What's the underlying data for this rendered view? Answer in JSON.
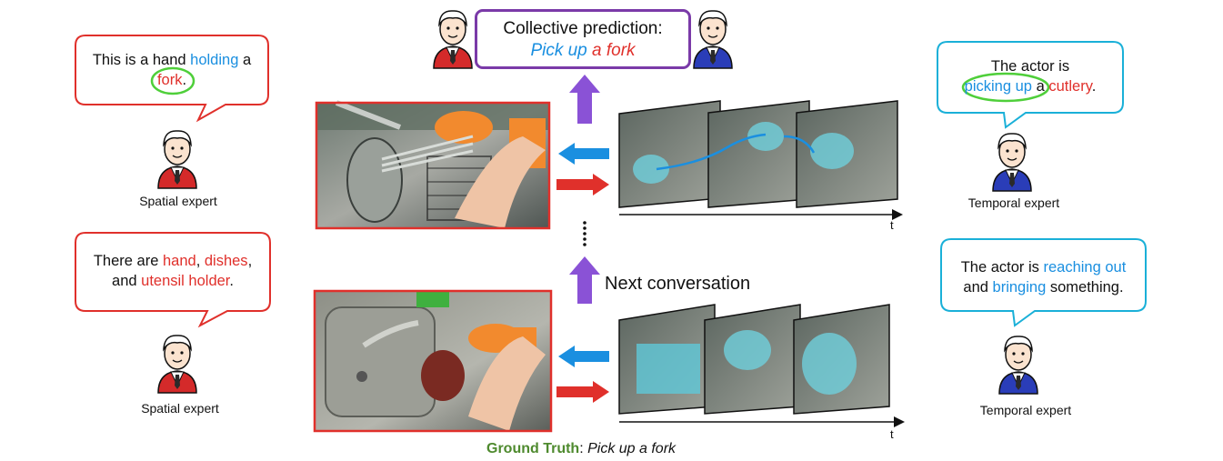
{
  "collective": {
    "title": "Collective prediction:",
    "verb": "Pick up",
    "object": "a fork"
  },
  "spatial_top": {
    "line1_prefix": "This is a hand ",
    "line1_verb": "holding",
    "line1_suffix": " a",
    "line2_object": "fork",
    "line2_suffix": ".",
    "label": "Spatial expert"
  },
  "spatial_bottom": {
    "line1_prefix": "There are ",
    "item1": "hand",
    "sep1": ", ",
    "item2": "dishes",
    "sep2": ",",
    "line2_prefix": "and ",
    "item3": "utensil holder",
    "line2_suffix": ".",
    "label": "Spatial expert"
  },
  "temporal_top": {
    "line1": "The actor is",
    "verb": "picking up",
    "line2_mid": " a ",
    "object": "cutlery",
    "line2_suffix": ".",
    "label": "Temporal expert"
  },
  "temporal_bottom": {
    "line1_prefix": "The actor is ",
    "verb1": "reaching out",
    "line2_prefix": "and ",
    "verb2": "bringing",
    "line2_suffix": " something.",
    "label": "Temporal expert"
  },
  "next_conversation": "Next conversation",
  "axis_label_top": "t",
  "axis_label_bottom": "t",
  "ground_truth": {
    "label": "Ground Truth",
    "sep": ": ",
    "value": "Pick up a fork"
  },
  "colors": {
    "spatial_red": "#e0302b",
    "temporal_blue": "#1a8fe0",
    "collective_purple": "#7a3aa8",
    "highlight_green": "#4fcf3a",
    "ground_truth_green": "#4e8a2e"
  }
}
